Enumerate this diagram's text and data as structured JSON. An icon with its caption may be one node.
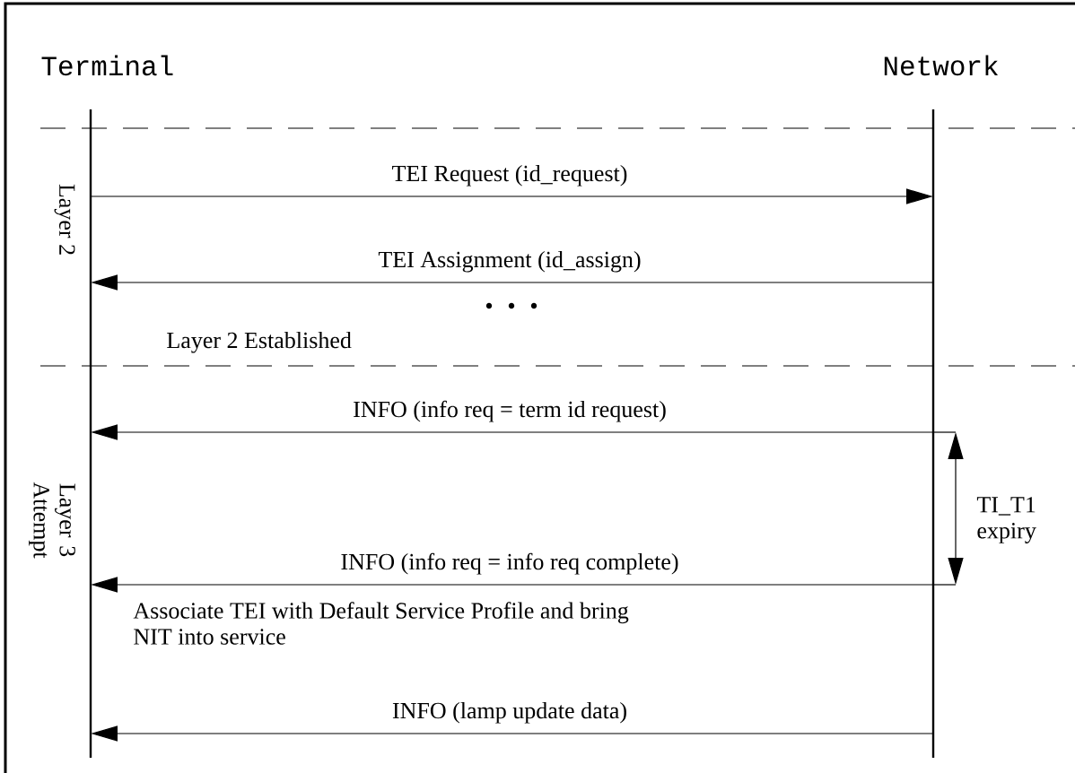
{
  "diagram": {
    "nodes": [
      {
        "text": [
          "Terminal"
        ]
      },
      {
        "text": [
          "Network"
        ]
      }
    ],
    "edges": [
      {
        "from": 0,
        "to": 1,
        "arrow": "to",
        "label": "TEI Request (id_request)"
      },
      {
        "from": 1,
        "to": 0,
        "arrow": "to",
        "label": "TEI Assignment (id_assign)"
      },
      {
        "from": 1,
        "to": 0,
        "arrow": "to",
        "label": "INFO (info req = term id request)"
      },
      {
        "from": 1,
        "to": 0,
        "arrow": "to",
        "label": "INFO (info req = info req complete)"
      },
      {
        "from": 1,
        "to": 0,
        "arrow": "to",
        "label": "INFO (lamp update data)"
      }
    ],
    "labels": [
      "Layer 2",
      "Layer 2 Established",
      "Layer 3 Attempt",
      "Associate TEI with Default Service Profile and bring NIT into service",
      "TI_T1 expiry"
    ]
  }
}
